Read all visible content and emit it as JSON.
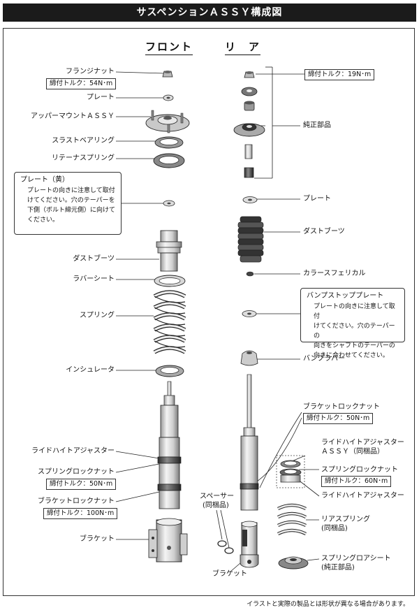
{
  "title": "サスペンションＡＳＳＹ構成図",
  "sections": {
    "front": "フロント",
    "rear": "リ　ア"
  },
  "front_labels": {
    "flange_nut": "フランジナット",
    "flange_nut_torque": "締付トルク：54N･m",
    "plate": "プレート",
    "upper_mount": "アッパーマウントＡＳＳＹ",
    "thrust_bearing": "スラストベアリング",
    "retainer_spring": "リテーナスプリング",
    "dust_boots": "ダストブーツ",
    "rubber_seat": "ラバーシート",
    "spring": "スプリング",
    "insulator": "インシュレータ",
    "ride_height_adjuster": "ライドハイトアジャスター",
    "spring_lock_nut": "スプリングロックナット",
    "spring_lock_nut_torque": "締付トルク：50N･m",
    "bracket_lock_nut": "ブラケットロックナット",
    "bracket_lock_nut_torque": "締付トルク：100N･m",
    "bracket": "ブラケット"
  },
  "front_note": {
    "title": "プレート（黄）",
    "body": "プレートの向きに注意して取付\nけてください。穴のテーパーを\n下側（ボルト締元側）に向けて\nください。"
  },
  "rear_labels": {
    "torque_top": "締付トルク：19N･m",
    "genuine_parts": "純正部品",
    "plate": "プレート",
    "dust_boots": "ダストブーツ",
    "collar_spherical": "カラースフェリカル",
    "bump_rubber": "バンプラバー",
    "bracket_lock_nut": "ブラケットロックナット",
    "bracket_lock_nut_torque": "締付トルク：50N･m",
    "ride_height_assy": "ライドハイトアジャスター",
    "ride_height_assy_sub": "ＡＳＳＹ（同梱品）",
    "spring_lock_nut": "スプリングロックナット",
    "spring_lock_nut_torque": "締付トルク：60N･m",
    "ride_height_adjuster": "ライドハイトアジャスター",
    "spacer": "スペーサー",
    "spacer_sub": "(同梱品)",
    "rear_spring": "リアスプリング",
    "rear_spring_sub": "(同梱品)",
    "spring_lower_seat": "スプリングロアシート",
    "spring_lower_seat_sub": "(純正部品)",
    "bracket": "ブラケット"
  },
  "rear_note": {
    "title": "バンプストッププレート",
    "body": "プレートの向きに注意して取付\nけてください。穴のテーパーの\n向きをシャフトのテーパーの\n向きに合わせてください。"
  },
  "footer": "イラストと実際の製品とは形状が異なる場合があります。"
}
